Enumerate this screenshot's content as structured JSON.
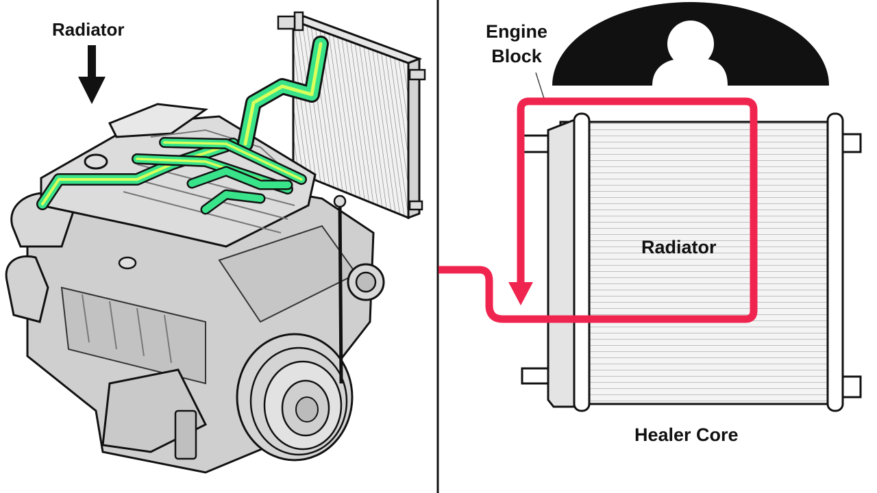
{
  "labels": {
    "radiator_left": "Radiator",
    "engine_block": "Engine Block",
    "radiator_right": "Radiator",
    "heater_core": "Healer Core"
  },
  "colors": {
    "coolant_hose": "#39e38a",
    "coolant_hose_highlight": "#d8ff5a",
    "flow_path": "#f0254f",
    "outline": "#111111",
    "metal": "#c9c9c9",
    "background": "#ffffff"
  },
  "icons": {
    "left_arrow": "down-arrow-icon",
    "person": "person-silhouette-icon"
  }
}
